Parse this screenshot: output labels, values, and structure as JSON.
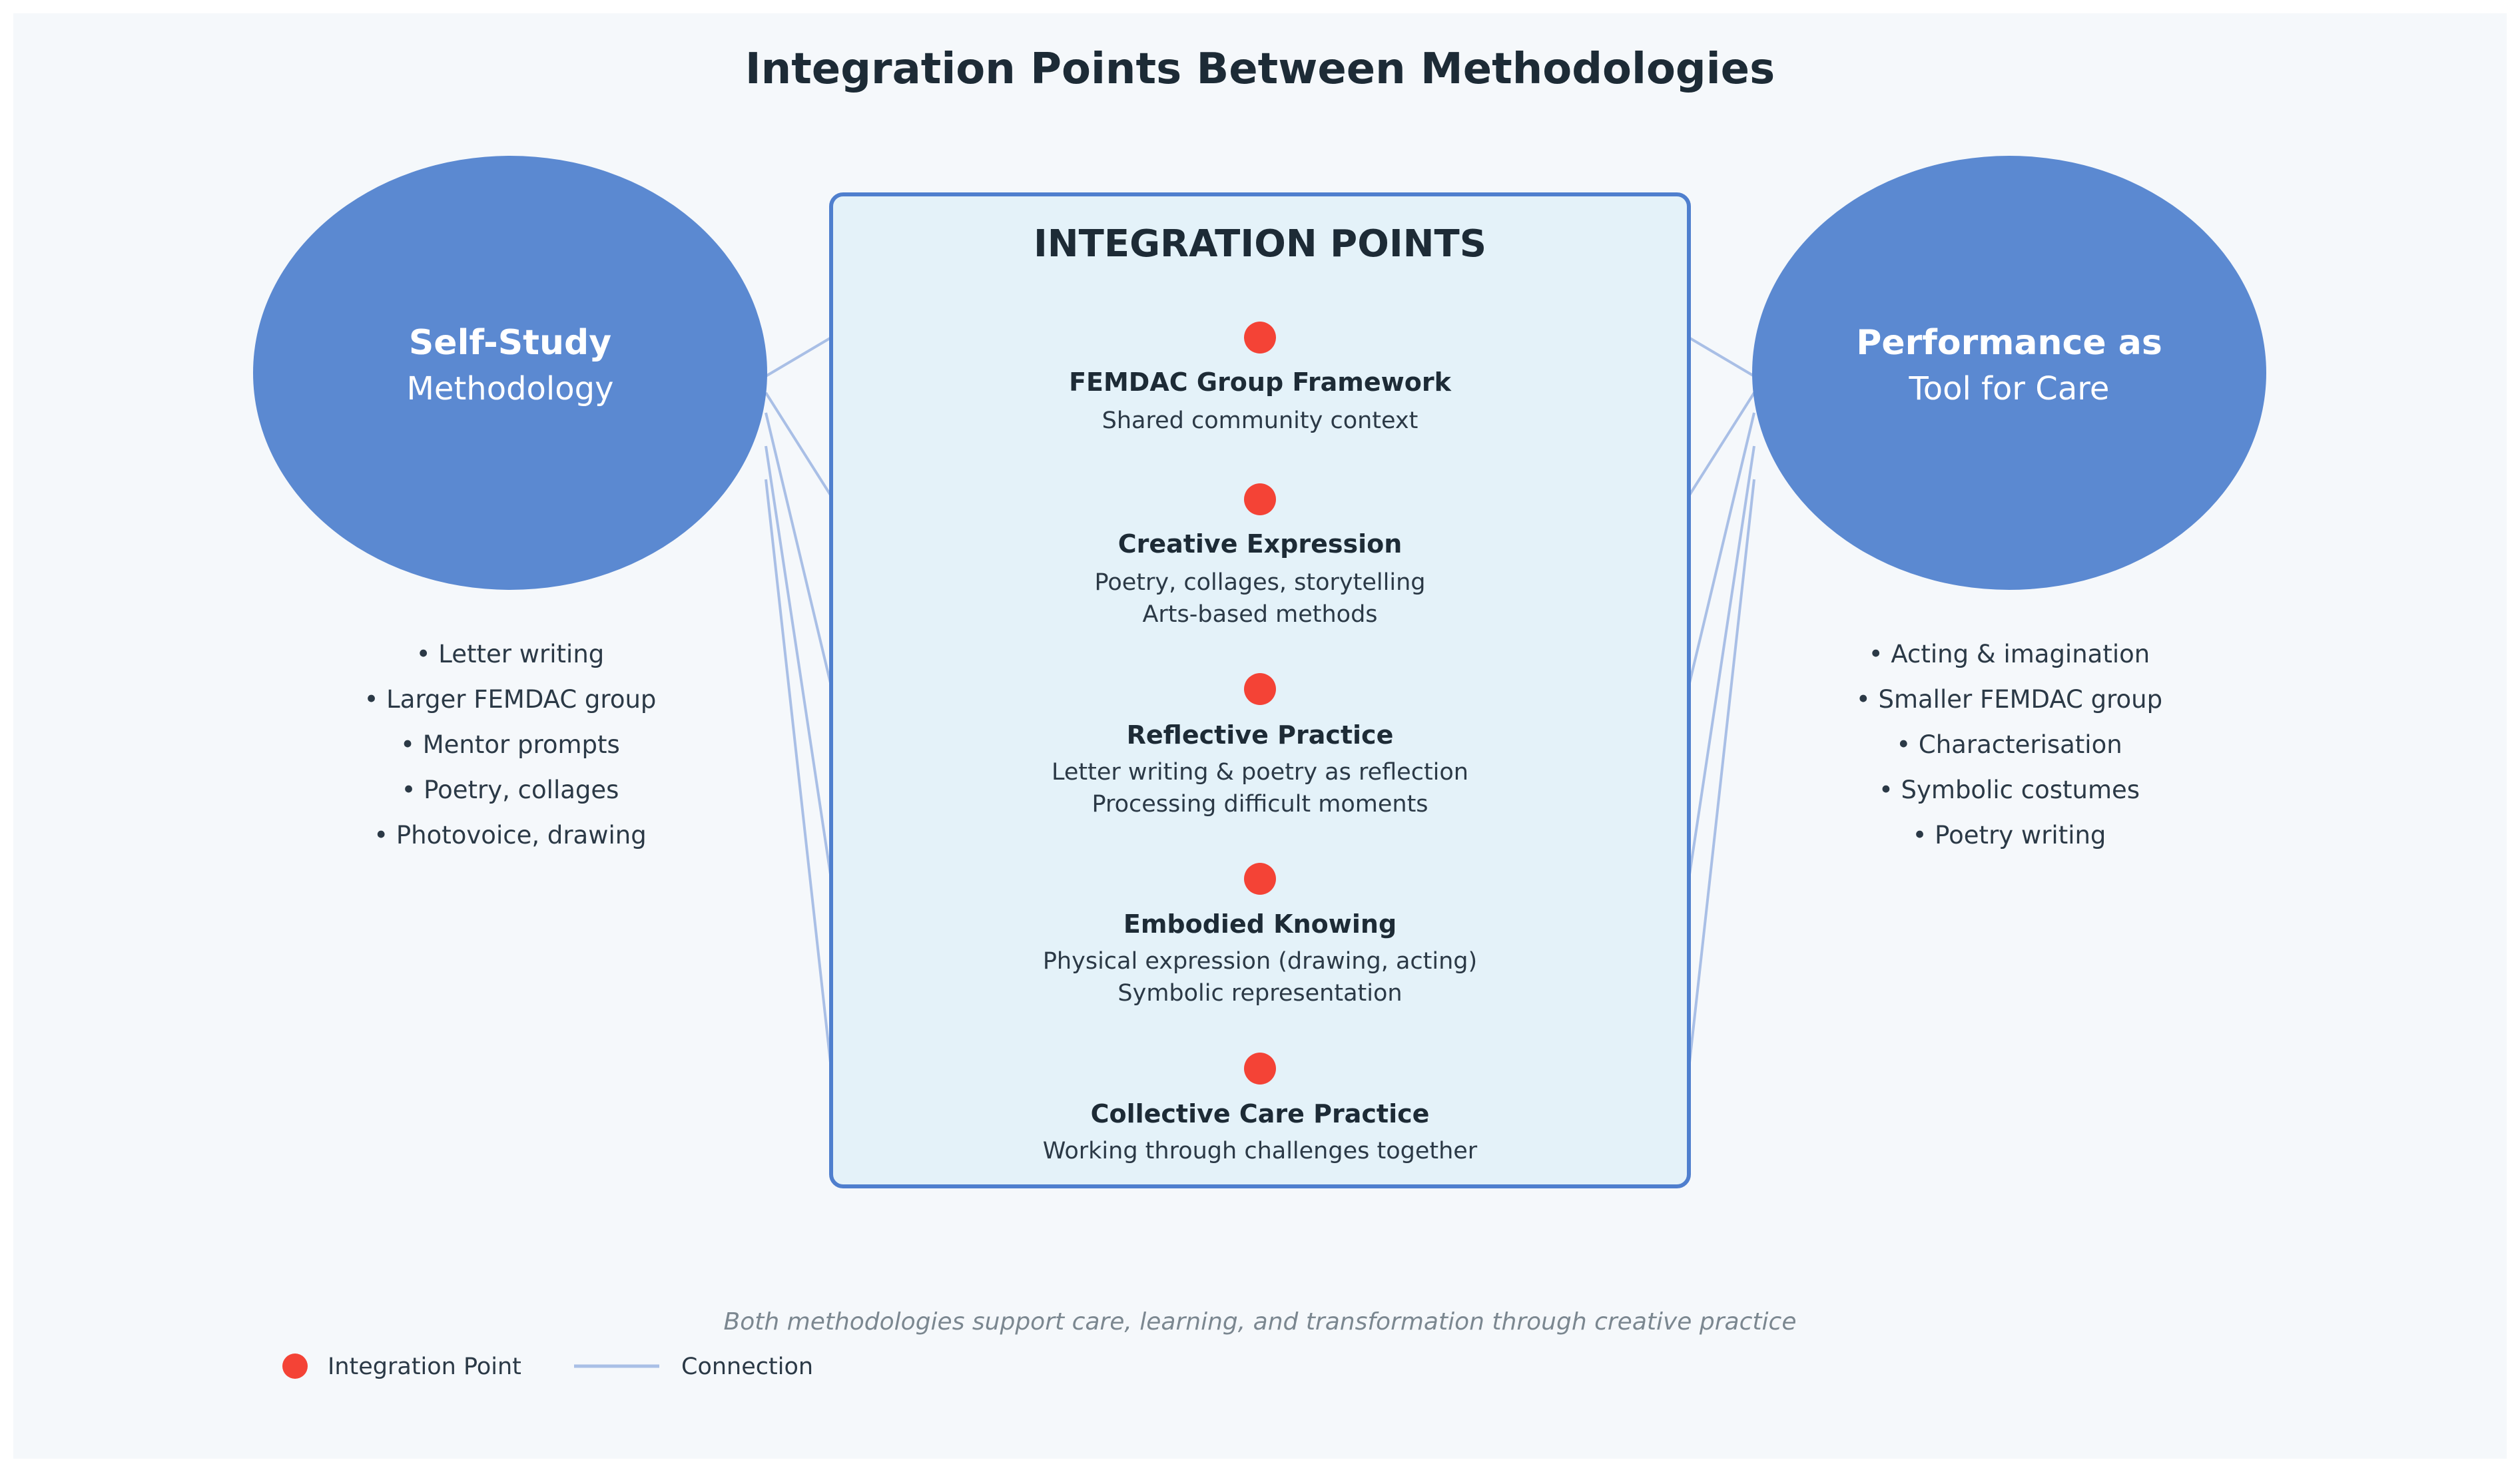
{
  "title": "Integration Points Between Methodologies",
  "left_node": {
    "line1": "Self-Study",
    "line2": "Methodology",
    "items": [
      "• Letter writing",
      "• Larger FEMDAC group",
      "• Mentor prompts",
      "• Poetry, collages",
      "• Photovoice, drawing"
    ]
  },
  "right_node": {
    "line1": "Performance as",
    "line2": "Tool for Care",
    "items": [
      "• Acting & imagination",
      "• Smaller FEMDAC group",
      "• Characterisation",
      "• Symbolic costumes",
      "• Poetry writing"
    ]
  },
  "center": {
    "heading": "INTEGRATION POINTS",
    "points": [
      {
        "title": "FEMDAC Group Framework",
        "lines": [
          "Shared community context"
        ]
      },
      {
        "title": "Creative Expression",
        "lines": [
          "Poetry, collages, storytelling",
          "Arts-based methods"
        ]
      },
      {
        "title": "Reflective Practice",
        "lines": [
          "Letter writing & poetry as reflection",
          "Processing difficult moments"
        ]
      },
      {
        "title": "Embodied Knowing",
        "lines": [
          "Physical expression (drawing, acting)",
          "Symbolic representation"
        ]
      },
      {
        "title": "Collective Care Practice",
        "lines": [
          "Working through challenges together"
        ]
      }
    ]
  },
  "footer_note": "Both methodologies support care, learning, and transformation through creative practice",
  "legend": {
    "point_label": "Integration Point",
    "connection_label": "Connection"
  },
  "colors": {
    "background": "#f5f8fb",
    "node_fill": "#5b89d1",
    "node_text": "#ffffff",
    "box_fill": "#e4f2f9",
    "box_stroke": "#4f7fce",
    "point": "#f44336",
    "connector": "#a9bfe6",
    "text_dark": "#1d2b36",
    "text_body": "#2b3946",
    "text_italic": "#7b8790"
  }
}
